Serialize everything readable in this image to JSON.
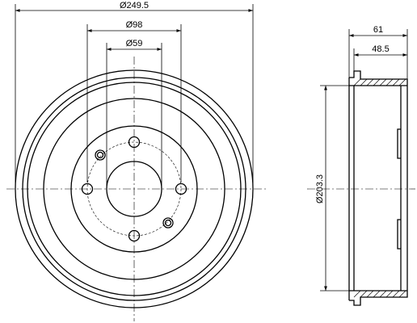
{
  "dimensions": {
    "outer_diameter": "Ø249.5",
    "pcd_diameter": "Ø98",
    "center_bore": "Ø59",
    "inner_diameter": "Ø203.3",
    "total_height": "61",
    "drum_height": "48.5"
  },
  "colors": {
    "line": "#000000",
    "background": "#ffffff"
  }
}
